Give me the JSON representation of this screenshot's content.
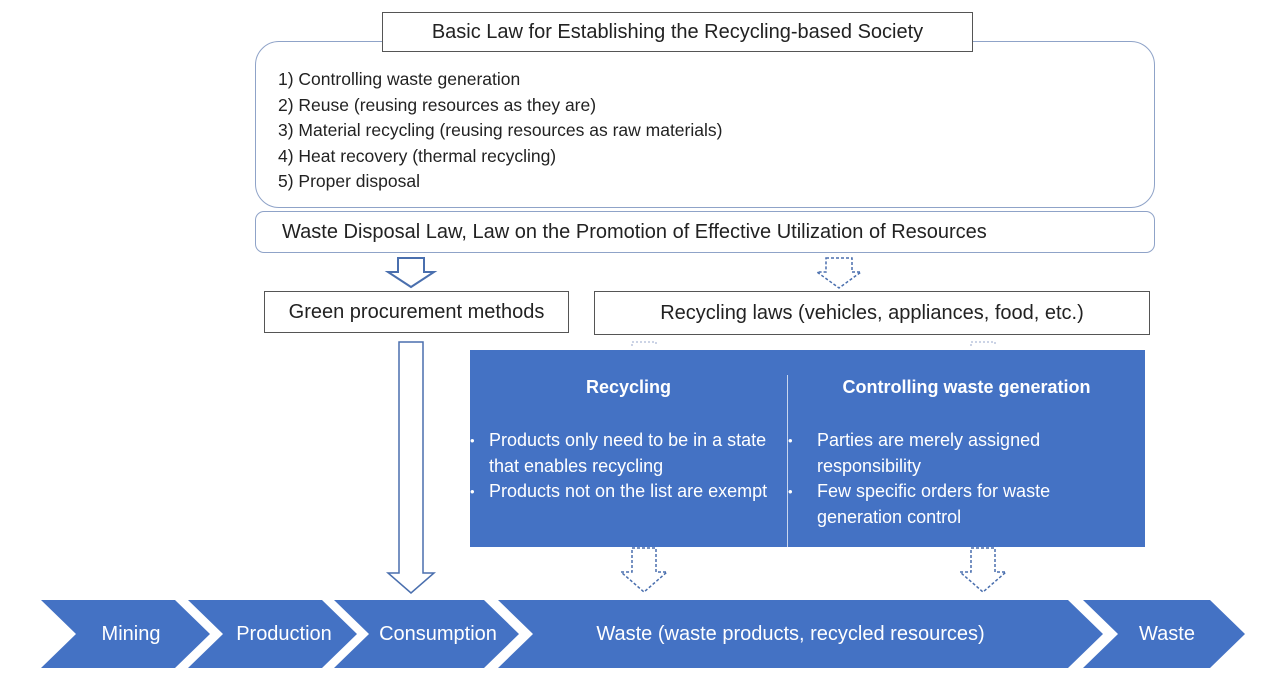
{
  "title": "Basic Law for Establishing the Recycling-based Society",
  "principles": [
    "1)  Controlling waste generation",
    "2) Reuse (reusing resources as they are)",
    "3) Material recycling (reusing resources as raw materials)",
    "4) Heat recovery (thermal recycling)",
    "5) Proper disposal"
  ],
  "laws_bar": "Waste Disposal Law, Law on the Promotion of Effective Utilization of Resources",
  "green_procurement": "Green procurement methods",
  "recycling_laws": "Recycling laws (vehicles, appliances, food, etc.)",
  "panel": {
    "left": {
      "heading": "Recycling",
      "bullets": [
        "Products only need to be in a state that enables recycling",
        "Products not on the list are exempt"
      ]
    },
    "right": {
      "heading": "Controlling waste generation",
      "bullets": [
        "Parties are merely assigned responsibility",
        "Few specific orders for waste generation control"
      ]
    }
  },
  "flow": [
    "Mining",
    "Production",
    "Consumption",
    "Waste (waste products, recycled resources)",
    "Waste"
  ],
  "colors": {
    "blue": "#4472c4",
    "arrow_outline": "#4a6fae",
    "box_border": "#8fa3c8"
  }
}
